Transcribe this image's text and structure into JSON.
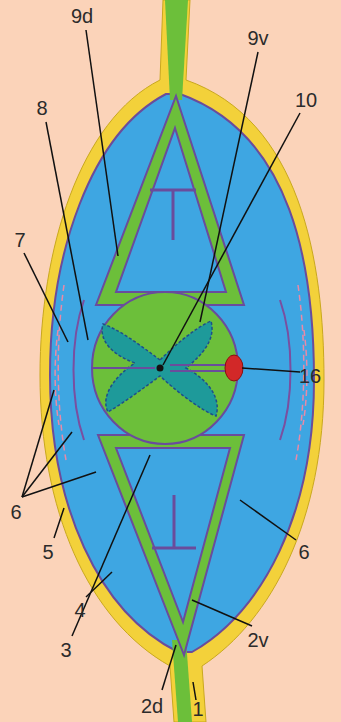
{
  "diagram": {
    "labels": [
      "9d",
      "9v",
      "8",
      "10",
      "7",
      "16",
      "6",
      "5",
      "6",
      "4",
      "2v",
      "3",
      "2d",
      "1"
    ]
  }
}
